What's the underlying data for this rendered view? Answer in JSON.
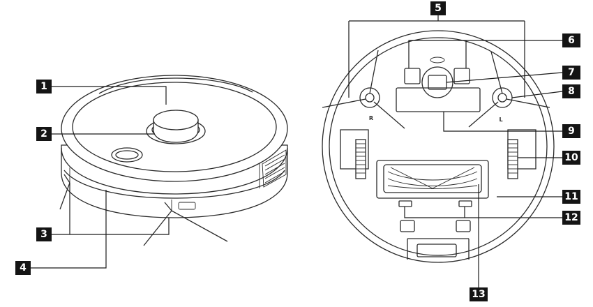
{
  "callouts": {
    "c1": "1",
    "c2": "2",
    "c3": "3",
    "c4": "4",
    "c5": "5",
    "c6": "6",
    "c7": "7",
    "c8": "8",
    "c9": "9",
    "c10": "10",
    "c11": "11",
    "c12": "12",
    "c13": "13"
  },
  "bottom_view": {
    "brush_right_mark": "R",
    "brush_left_mark": "L"
  }
}
